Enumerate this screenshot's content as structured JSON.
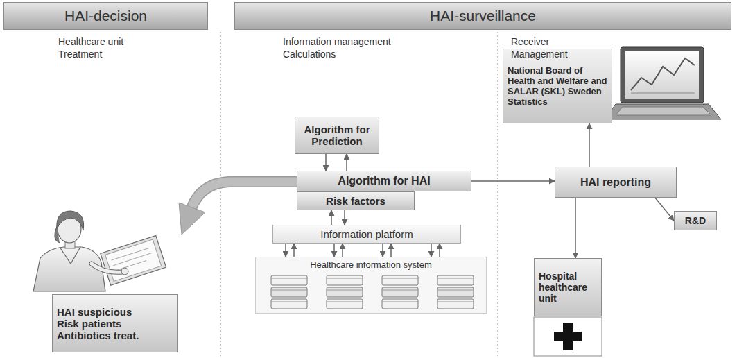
{
  "diagram": {
    "nodes": [
      {
        "text": [
          "HAI-decision"
        ]
      },
      {
        "text": [
          "HAI-surveillance"
        ]
      },
      {
        "text": [
          "Algorithm for Prediction"
        ]
      },
      {
        "text": [
          "Algorithm for HAI"
        ]
      },
      {
        "text": [
          "Risk factors"
        ]
      },
      {
        "text": [
          "Information platform"
        ]
      },
      {
        "text": [
          "Healthcare information system"
        ]
      },
      {
        "text": [
          "National Board of Health and Welfare and SALAR (SKL) Sweden Statistics"
        ]
      },
      {
        "text": [
          "HAI  reporting"
        ]
      },
      {
        "text": [
          "R&D"
        ]
      },
      {
        "text": [
          "Hospital healthcare unit"
        ]
      },
      {
        "text": [
          "HAI suspicious",
          "Risk patients",
          "Antibiotics treat."
        ]
      }
    ],
    "edges": [
      {
        "from": 2,
        "to": 3,
        "arrow": "to"
      },
      {
        "from": 3,
        "to": 2,
        "arrow": "to"
      },
      {
        "from": 4,
        "to": 5,
        "arrow": "to"
      },
      {
        "from": 5,
        "to": 4,
        "arrow": "to"
      },
      {
        "from": 5,
        "to": 6,
        "arrow": "to"
      },
      {
        "from": 6,
        "to": 5,
        "arrow": "to"
      },
      {
        "from": 5,
        "to": 6,
        "arrow": "to"
      },
      {
        "from": 6,
        "to": 5,
        "arrow": "to"
      },
      {
        "from": 5,
        "to": 6,
        "arrow": "to"
      },
      {
        "from": 6,
        "to": 5,
        "arrow": "to"
      },
      {
        "from": 5,
        "to": 6,
        "arrow": "to"
      },
      {
        "from": 6,
        "to": 5,
        "arrow": "to"
      },
      {
        "from": 3,
        "to": 8,
        "arrow": "to"
      },
      {
        "from": 8,
        "to": 7,
        "arrow": "to"
      },
      {
        "from": 8,
        "to": 10,
        "arrow": "to"
      },
      {
        "from": 8,
        "to": 9,
        "arrow": "to"
      }
    ],
    "labels": [
      "Healthcare unit",
      "Treatment",
      "Information management",
      "Calculations",
      "Receiver",
      "Management"
    ]
  }
}
